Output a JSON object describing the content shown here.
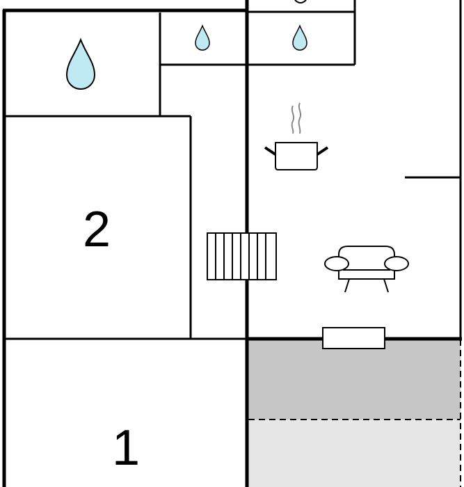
{
  "floor_plan": {
    "rooms": [
      {
        "label": "2",
        "type": "bedroom"
      },
      {
        "label": "1",
        "type": "bedroom"
      }
    ],
    "icons": [
      "water-drop-icon",
      "water-drop-icon",
      "water-drop-icon",
      "cooking-pot-icon",
      "armchair-icon",
      "staircase-icon"
    ],
    "colors": {
      "wall": "#000000",
      "water": "#bfe9f3",
      "terrace_covered": "#c6c6c6",
      "terrace_open": "#e6e6e6",
      "background": "#ffffff"
    }
  }
}
